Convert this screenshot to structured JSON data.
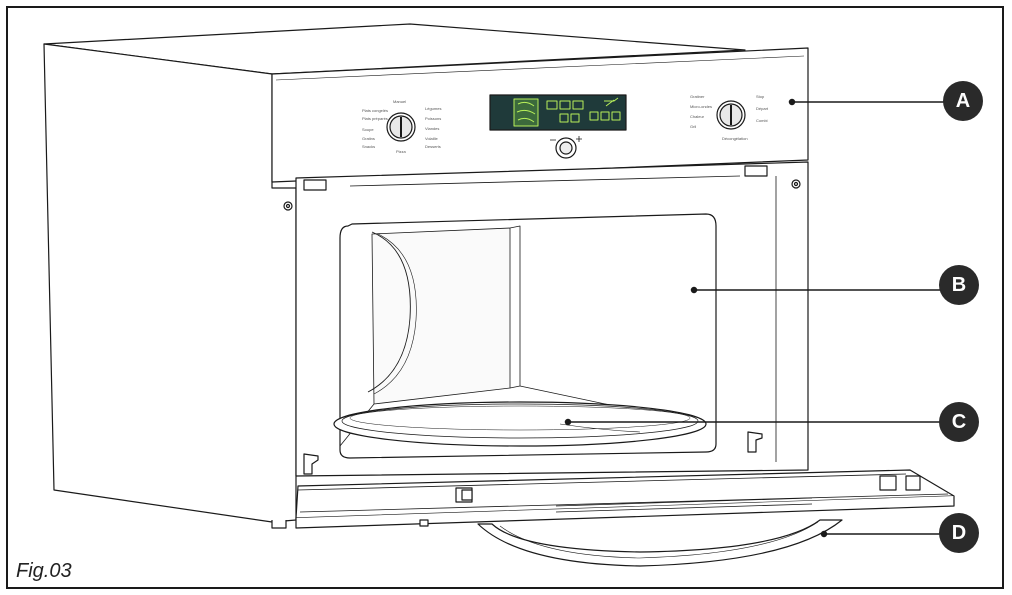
{
  "figure": {
    "caption": "Fig.03"
  },
  "callouts": {
    "a": "A",
    "b": "B",
    "c": "C",
    "d": "D"
  },
  "colors": {
    "line": "#1a1a1a",
    "display_panel": "#1f3a3a",
    "display_segments": "#b8f05a",
    "callout_fill": "#2a2a2a"
  }
}
